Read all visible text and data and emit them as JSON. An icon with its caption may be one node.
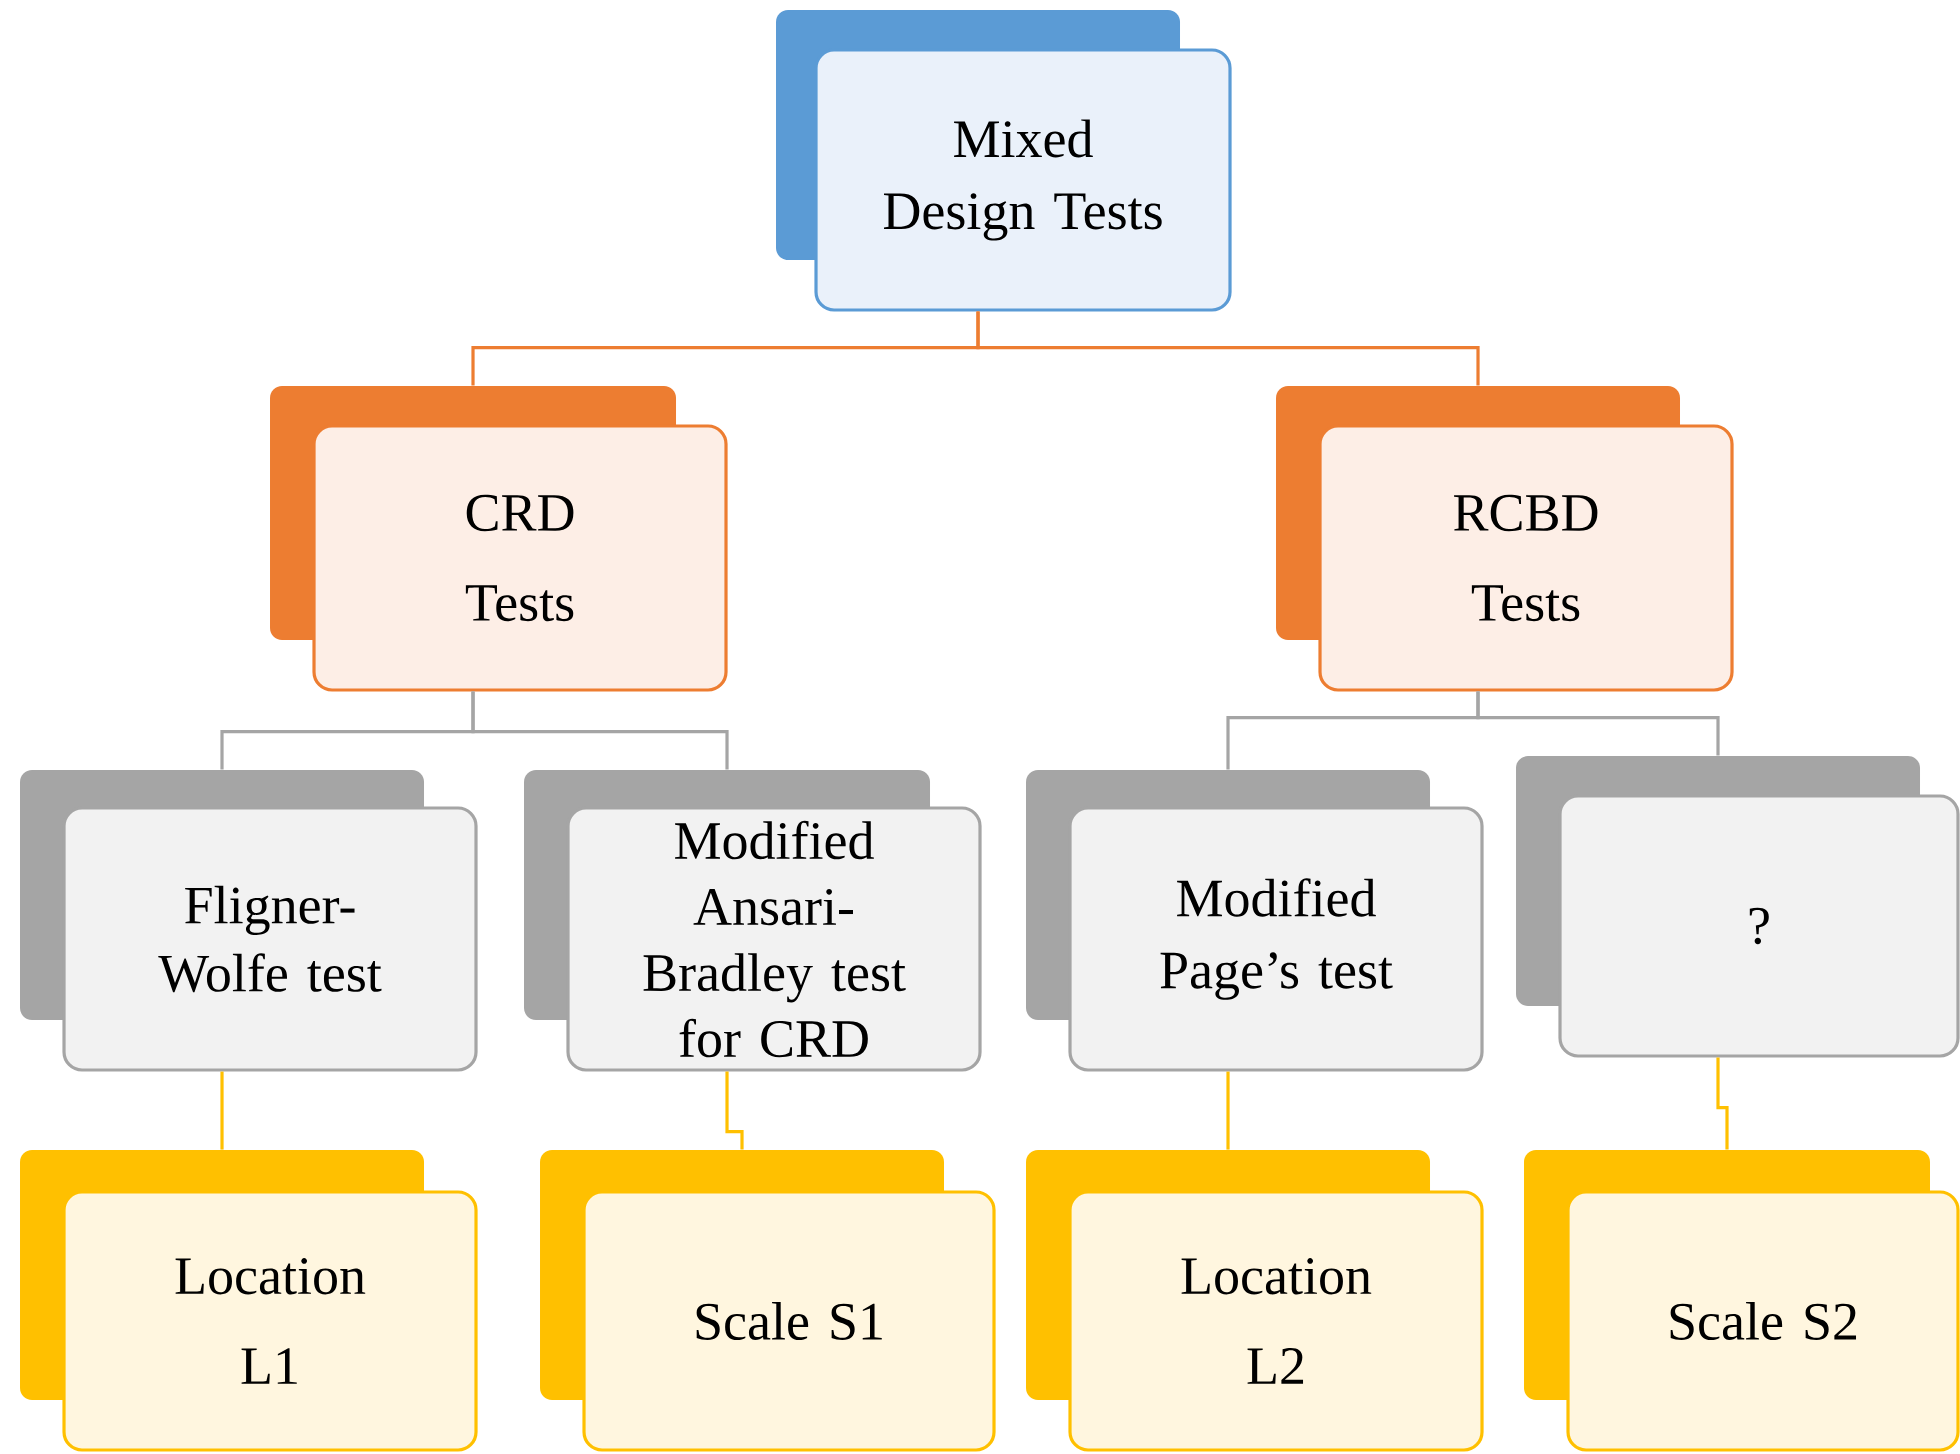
{
  "diagram": {
    "nodes": [
      {
        "text": [
          "Mixed Design Tests"
        ]
      },
      {
        "text": [
          "CRD Tests"
        ]
      },
      {
        "text": [
          "RCBD Tests"
        ]
      },
      {
        "text": [
          "Fligner-Wolfe test"
        ]
      },
      {
        "text": [
          "Modified Ansari-Bradley test for CRD"
        ]
      },
      {
        "text": [
          "Modified Page’s test"
        ]
      },
      {
        "text": [
          "?"
        ]
      },
      {
        "text": [
          "Location L1"
        ]
      },
      {
        "text": [
          "Scale S1"
        ]
      },
      {
        "text": [
          "Location L2"
        ]
      },
      {
        "text": [
          "Scale S2"
        ]
      }
    ],
    "edges": [
      {
        "from": 0,
        "to": 1,
        "arrow": "none",
        "color": "#ed7d31"
      },
      {
        "from": 0,
        "to": 2,
        "arrow": "none",
        "color": "#ed7d31"
      },
      {
        "from": 1,
        "to": 3,
        "arrow": "none",
        "color": "#a5a5a5"
      },
      {
        "from": 1,
        "to": 4,
        "arrow": "none",
        "color": "#a5a5a5"
      },
      {
        "from": 2,
        "to": 5,
        "arrow": "none",
        "color": "#a5a5a5"
      },
      {
        "from": 2,
        "to": 6,
        "arrow": "none",
        "color": "#a5a5a5"
      },
      {
        "from": 3,
        "to": 7,
        "arrow": "none",
        "color": "#ffc000"
      },
      {
        "from": 4,
        "to": 8,
        "arrow": "none",
        "color": "#ffc000"
      },
      {
        "from": 5,
        "to": 9,
        "arrow": "none",
        "color": "#ffc000"
      },
      {
        "from": 6,
        "to": 10,
        "arrow": "none",
        "color": "#ffc000"
      }
    ]
  }
}
